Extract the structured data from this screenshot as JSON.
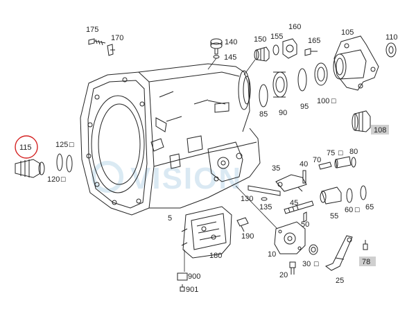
{
  "labels": {
    "l175": "175",
    "l170": "170",
    "l140": "140",
    "l145": "145",
    "l150": "150",
    "l155": "155",
    "l160": "160",
    "l165": "165",
    "l105": "105",
    "l110": "110",
    "l85": "85",
    "l90": "90",
    "l95": "95",
    "l100": "100",
    "l115": "115",
    "l125": "125",
    "l120": "120",
    "l35": "35",
    "l40": "40",
    "l70": "70",
    "l75": "75",
    "l80": "80",
    "l130": "130",
    "l135": "135",
    "l45": "45",
    "l50": "50",
    "l55": "55",
    "l60": "60",
    "l65": "65",
    "l5": "5",
    "l190": "190",
    "l180": "180",
    "l10": "10",
    "l30": "30",
    "l20": "20",
    "l25": "25",
    "l900": "900",
    "l901": "901"
  },
  "ref_boxes": {
    "r108": "108",
    "r78": "78"
  },
  "watermark": "VISION",
  "highlight_color": "#d42020",
  "line_color": "#222222",
  "ref_box_color": "#cfcfcf"
}
